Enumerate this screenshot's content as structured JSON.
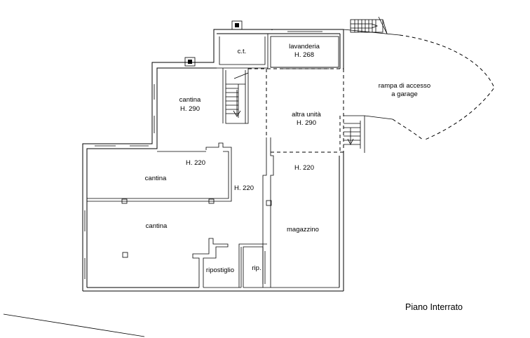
{
  "title": "Piano Interrato",
  "rooms": {
    "ct": "c.t.",
    "lavanderia": "lavanderia",
    "lavanderia_h": "H. 268",
    "cantina_top": "cantina",
    "cantina_top_h": "H. 290",
    "altra_unita": "altra unità",
    "altra_unita_h": "H. 290",
    "rampa_1": "rampa di accesso",
    "rampa_2": "a garage",
    "h220_a": "H. 220",
    "h220_b": "H. 220",
    "h220_c": "H. 220",
    "cantina_mid": "cantina",
    "cantina_bottom": "cantina",
    "magazzino": "magazzino",
    "ripostiglio": "ripostiglio",
    "rip": "rip."
  }
}
